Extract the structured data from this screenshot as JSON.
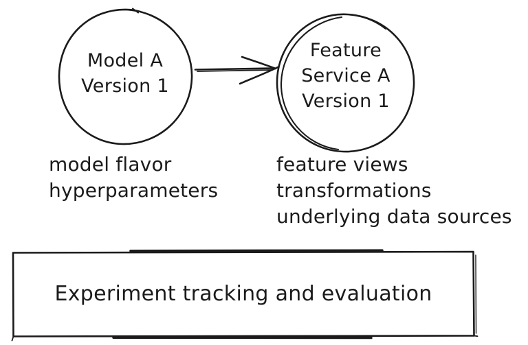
{
  "colors": {
    "background": "#ffffff",
    "ink": "#1b1b1b"
  },
  "nodes": {
    "model": {
      "lines": [
        "Model A",
        "Version 1"
      ]
    },
    "feature_service": {
      "lines": [
        "Feature",
        "Service A",
        "Version 1"
      ]
    }
  },
  "captions": {
    "model": {
      "lines": [
        "model flavor",
        "hyperparameters"
      ]
    },
    "feature_service": {
      "lines": [
        "feature views",
        "transformations",
        "underlying data sources"
      ]
    }
  },
  "arrow": {
    "direction": "left-to-right"
  },
  "bottom_box": {
    "label": "Experiment tracking and evaluation"
  }
}
